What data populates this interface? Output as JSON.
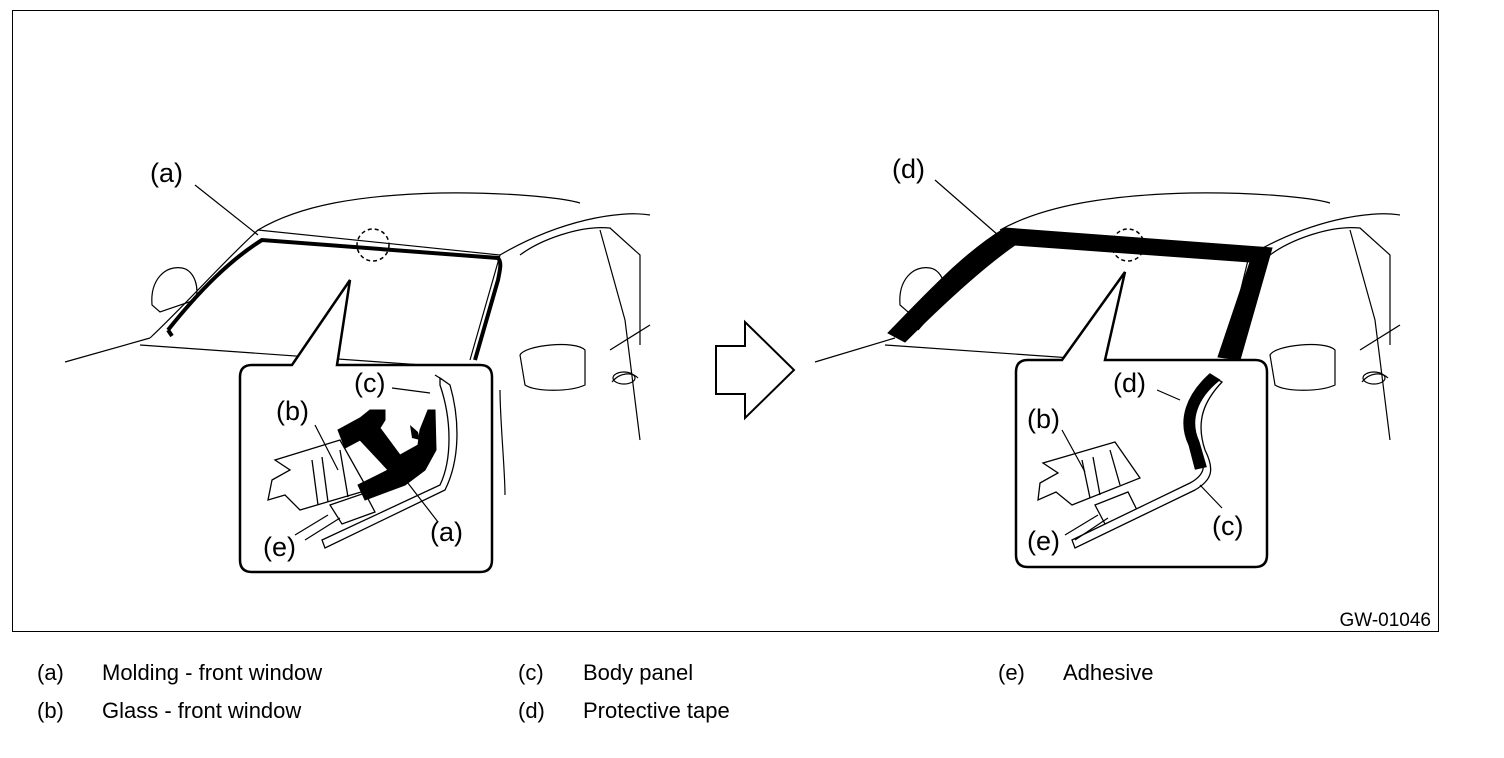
{
  "figure": {
    "code": "GW-01046",
    "callouts_left": {
      "a_main": "(a)",
      "a_inset": "(a)",
      "b": "(b)",
      "c": "(c)",
      "e": "(e)"
    },
    "callouts_right": {
      "d_main": "(d)",
      "d_inset": "(d)",
      "b": "(b)",
      "c": "(c)",
      "e": "(e)"
    }
  },
  "legend": [
    {
      "letter": "(a)",
      "text": "Molding - front window"
    },
    {
      "letter": "(b)",
      "text": "Glass - front window"
    },
    {
      "letter": "(c)",
      "text": "Body panel"
    },
    {
      "letter": "(d)",
      "text": "Protective tape"
    },
    {
      "letter": "(e)",
      "text": "Adhesive"
    }
  ]
}
